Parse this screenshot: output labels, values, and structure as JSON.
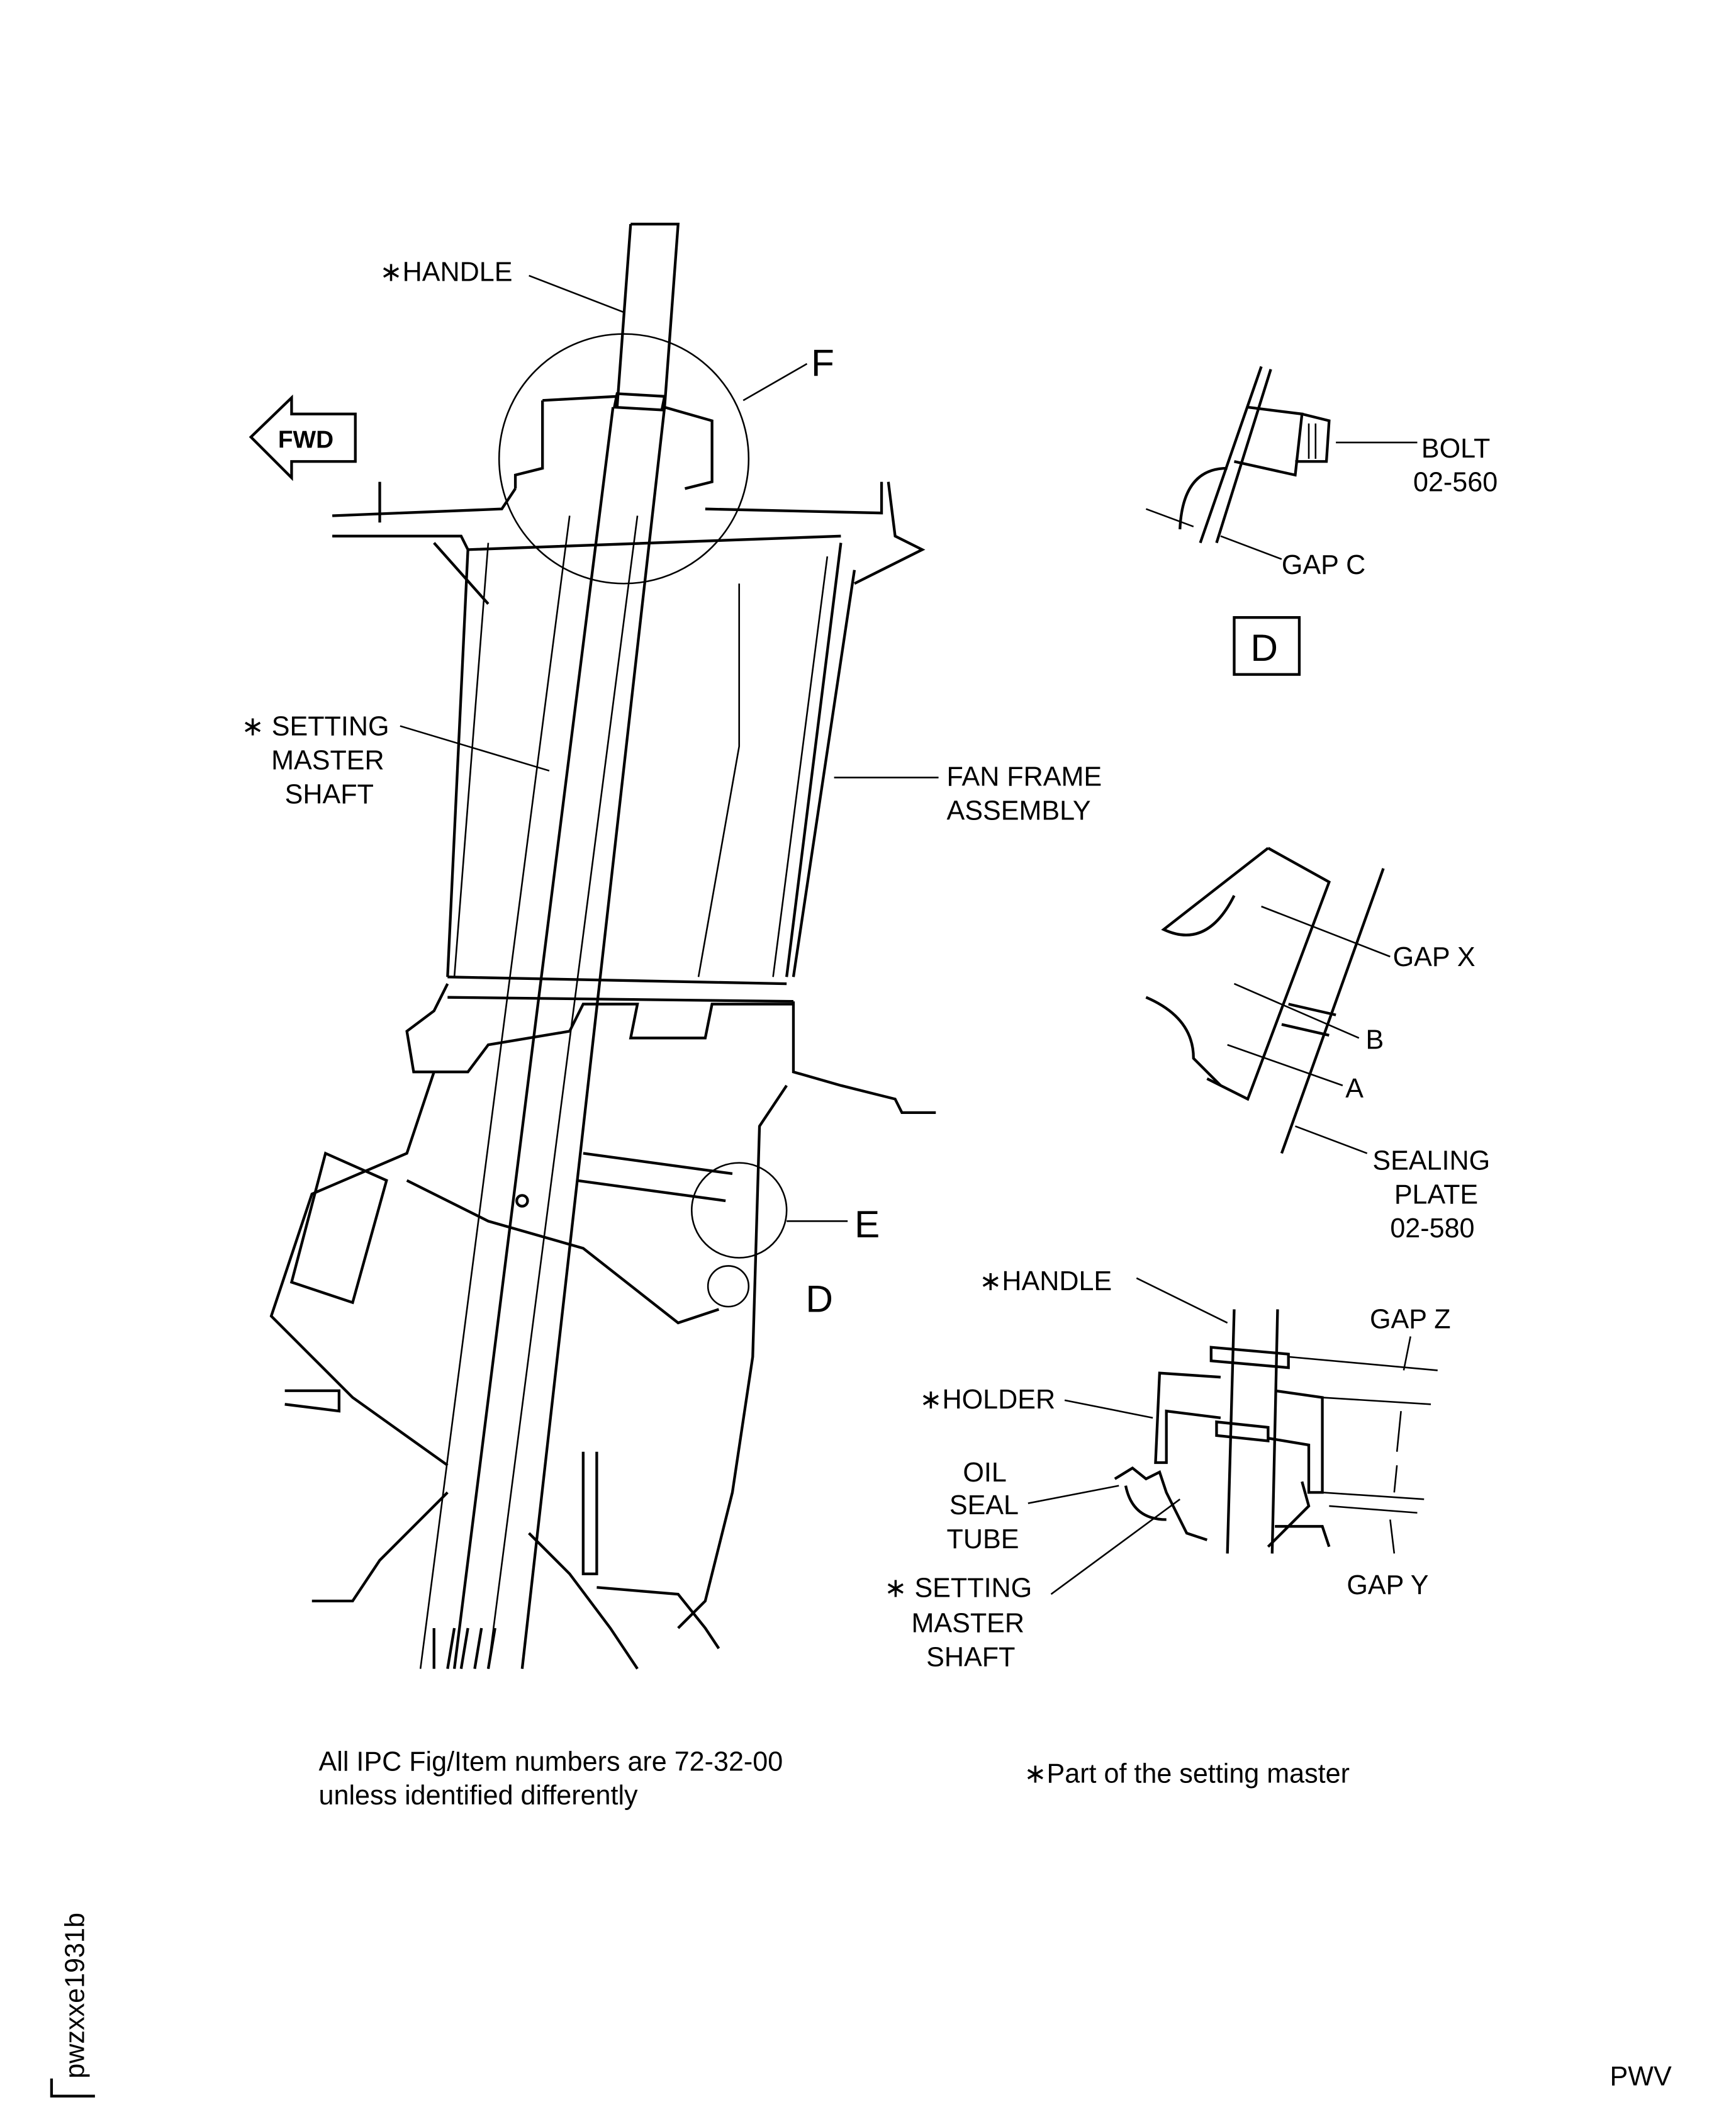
{
  "main_view": {
    "handle_label": "∗HANDLE",
    "detail_f_label": "F",
    "fwd_label": "FWD",
    "setting_master_shaft": [
      "∗ SETTING",
      "MASTER",
      "SHAFT"
    ],
    "fan_frame_assembly": [
      "FAN FRAME",
      "ASSEMBLY"
    ],
    "detail_e_label": "E",
    "detail_d_label": "D"
  },
  "detail_d": {
    "bolt": [
      "BOLT",
      "02-560"
    ],
    "gap_c": "GAP C",
    "title": "D"
  },
  "detail_e": {
    "gap_x": "GAP X",
    "b": "B",
    "a": "A",
    "sealing_plate": [
      "SEALING",
      "PLATE",
      "02-580"
    ]
  },
  "detail_f": {
    "handle": "∗HANDLE",
    "gap_z": "GAP Z",
    "holder": "∗HOLDER",
    "oil_seal_tube": [
      "OIL",
      "SEAL",
      "TUBE"
    ],
    "setting_master_shaft": [
      "∗ SETTING",
      "MASTER",
      "SHAFT"
    ],
    "gap_y": "GAP Y"
  },
  "notes": {
    "ipc_note": [
      "All IPC Fig/Item numbers are 72-32-00",
      "unless identified differently"
    ],
    "setting_master_note": "∗Part of the setting master"
  },
  "figure_id": "pwzxxe1931b",
  "corner_code": "PWV"
}
